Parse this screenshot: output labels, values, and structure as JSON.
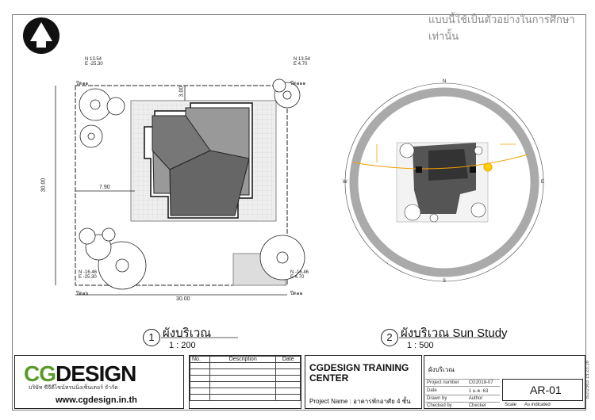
{
  "watermark": "แบบนี้ใช้เป็นตัวอย่างในการศึกษาเท่านั้น",
  "plan1": {
    "number": "1",
    "title": "ผังบริเวณ",
    "scale": "1 : 200",
    "coords": {
      "tl": [
        "N 13.54",
        "E -25.30"
      ],
      "tr": [
        "N 13.54",
        "E 4.70"
      ],
      "bl": [
        "N -16.46",
        "E -25.30"
      ],
      "br": [
        "N -16.46",
        "E 4.70"
      ]
    },
    "points": {
      "tl": "ป๊ด๑๑",
      "tr": "ป๊ด๑๑๑",
      "bl": "ป๊ด๑๖",
      "br": "ป๊ด๑๒"
    },
    "dims": {
      "height": "30.00",
      "width": "30.00",
      "setback_top": "3.00",
      "setback_left": "7.90"
    }
  },
  "plan2": {
    "number": "2",
    "title": "ผังบริเวณ Sun Study",
    "scale": "1 : 500",
    "compass": {
      "n": "N",
      "s": "S",
      "e": "E",
      "w": "W"
    }
  },
  "titleblock": {
    "logo_cg": "CG",
    "logo_design": "DESIGN",
    "logo_sub": "บริษัท ซีจีดีไซน์ทรนนิ่งเซ็นเตอร์ จำกัด",
    "url": "www.cgdesign.in.th",
    "rev_headers": [
      "No.",
      "Description",
      "Date"
    ],
    "project_title": "CGDESIGN TRAINING CENTER",
    "project_name_label": "Project Name : ",
    "project_name": "อาคารพักอาศัย 4 ชั้น",
    "sheet_name": "ผังบริเวณ",
    "meta": [
      [
        "Project number",
        "CG2018-07"
      ],
      [
        "Date",
        "1 ม.ค. 63"
      ],
      [
        "Drawn by",
        "Author"
      ],
      [
        "Checked by",
        "Checker"
      ],
      [
        "Scale",
        "As indicated"
      ]
    ],
    "sheet_number": "AR-01",
    "side_date": "8/2/2563 15:23:16"
  }
}
